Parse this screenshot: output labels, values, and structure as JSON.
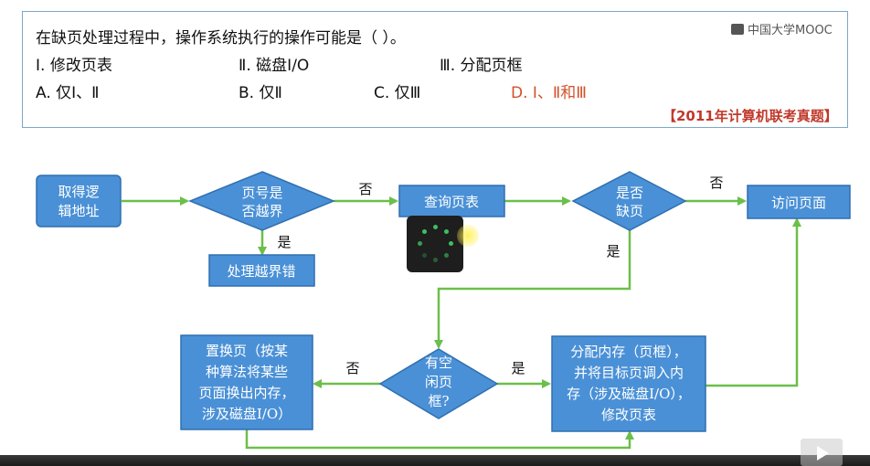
{
  "question": {
    "stem": "在缺页处理过程中，操作系统执行的操作可能是（    ）。",
    "items": [
      "Ⅰ. 修改页表",
      "Ⅱ. 磁盘I/O",
      "Ⅲ. 分配页框"
    ],
    "options": [
      "A. 仅Ⅰ、Ⅱ",
      "B. 仅Ⅱ",
      "C. 仅Ⅲ",
      "D. Ⅰ、Ⅱ和Ⅲ"
    ],
    "answer_index": 3,
    "source": "【2011年计算机联考真题】"
  },
  "logo": {
    "text": "中国大学MOOC",
    "icon": "mooc-logo-icon"
  },
  "diagram": {
    "colors": {
      "node_fill": "#4a90d6",
      "node_stroke": "#2f6fb0",
      "edge": "#6bbf4a",
      "answer": "#d2522b"
    },
    "nodes": {
      "get_address": [
        "取得逻",
        "辑地址"
      ],
      "page_out_of_bounds": [
        "页号是",
        "否越界"
      ],
      "handle_error": [
        "处理越界错"
      ],
      "query_page_table": [
        "查询页表"
      ],
      "page_missing": [
        "是否",
        "缺页"
      ],
      "access_page": [
        "访问页面"
      ],
      "free_frame": [
        "有空",
        "闲页",
        "框?"
      ],
      "allocate_memory": [
        "分配内存（页框），",
        "并将目标页调入内",
        "存（涉及磁盘I/O），",
        "修改页表"
      ],
      "replace_page": [
        "置换页（按某",
        "种算法将某些",
        "页面换出内存，",
        "涉及磁盘I/O）"
      ]
    },
    "edge_labels": {
      "out_of_bounds_no": "否",
      "out_of_bounds_yes": "是",
      "missing_no": "否",
      "missing_yes": "是",
      "free_yes": "是",
      "free_no": "否"
    }
  },
  "overlay": {
    "spinner_icon": "loading-spinner-icon",
    "play_icon": "play-icon"
  }
}
